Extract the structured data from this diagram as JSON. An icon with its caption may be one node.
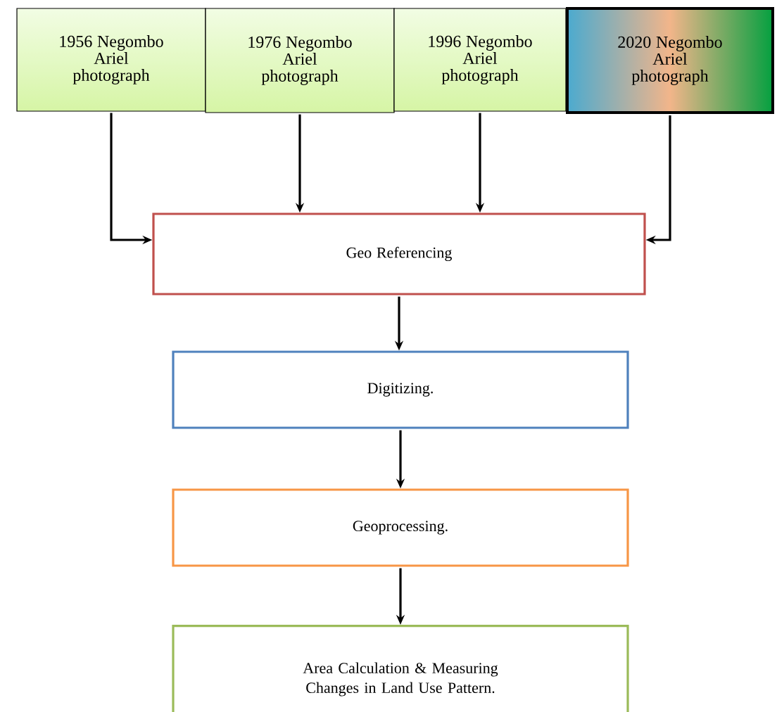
{
  "diagram": {
    "nodes": [
      {
        "text": [
          "1956 Negombo Ariel photograph"
        ]
      },
      {
        "text": [
          "1976 Negombo Ariel photograph"
        ]
      },
      {
        "text": [
          "1996 Negombo Ariel photograph"
        ]
      },
      {
        "text": [
          "2020 Negombo Ariel photograph"
        ]
      },
      {
        "text": [
          "Geo Referencing"
        ]
      },
      {
        "text": [
          "Digitizing."
        ]
      },
      {
        "text": [
          "Geoprocessing."
        ]
      },
      {
        "text": [
          "Area Calculation & Measuring Changes in Land Use Pattern."
        ]
      }
    ],
    "edges": [
      {
        "from": 0,
        "to": 4,
        "arrow": "to"
      },
      {
        "from": 1,
        "to": 4,
        "arrow": "to"
      },
      {
        "from": 2,
        "to": 4,
        "arrow": "to"
      },
      {
        "from": 3,
        "to": 4,
        "arrow": "to"
      },
      {
        "from": 4,
        "to": 5,
        "arrow": "to"
      },
      {
        "from": 5,
        "to": 6,
        "arrow": "to"
      },
      {
        "from": 6,
        "to": 7,
        "arrow": "to"
      }
    ]
  }
}
